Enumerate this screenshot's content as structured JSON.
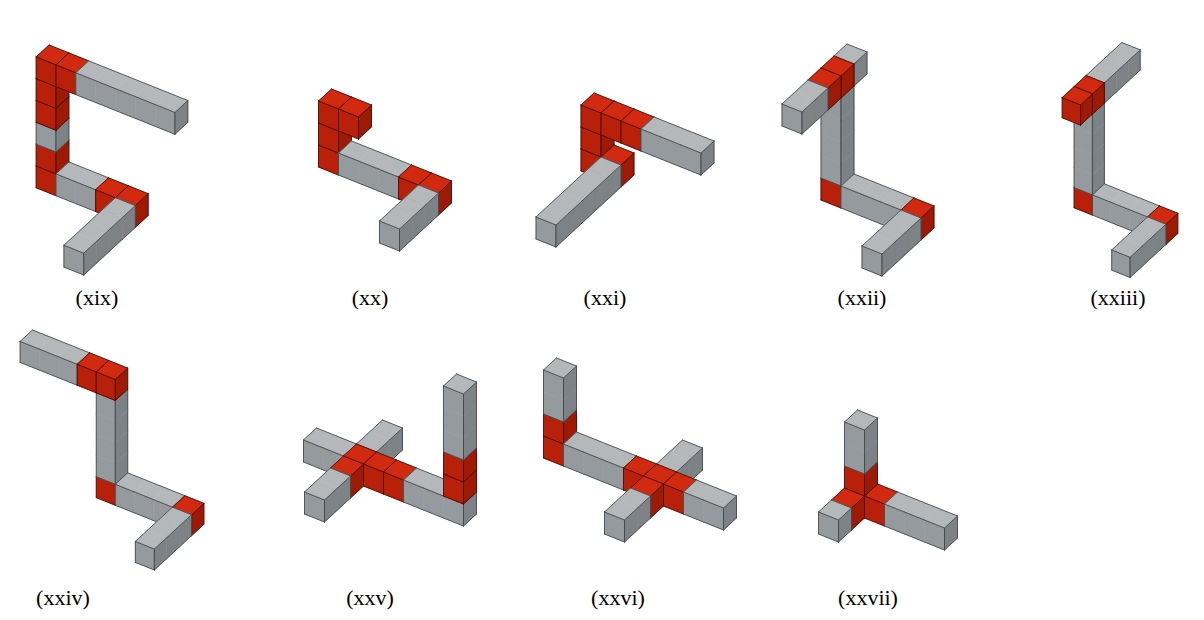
{
  "diagram": {
    "labels": [
      "(xix)",
      "(xx)",
      "(xxi)",
      "(xxii)",
      "(xxiii)",
      "(xxiv)",
      "(xxv)",
      "(xxvi)",
      "(xxvii)"
    ]
  }
}
